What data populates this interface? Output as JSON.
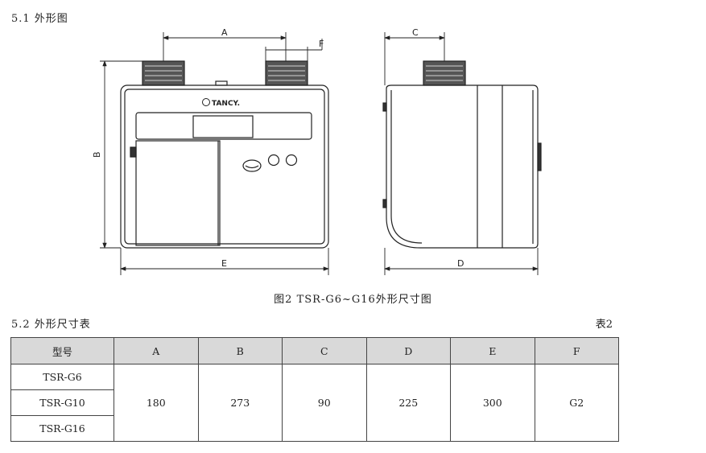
{
  "section1_heading": "5.1 外形图",
  "figure": {
    "brand": "TANCY.",
    "dim_labels": {
      "A": "A",
      "B": "B",
      "C": "C",
      "D": "D",
      "E": "E",
      "F": "F"
    },
    "caption": "图2  TSR-G6~G16外形尺寸图"
  },
  "section2_heading": "5.2 外形尺寸表",
  "table_number": "表2",
  "table": {
    "headers": [
      "型号",
      "A",
      "B",
      "C",
      "D",
      "E",
      "F"
    ],
    "models": [
      "TSR-G6",
      "TSR-G10",
      "TSR-G16"
    ],
    "values": [
      "180",
      "273",
      "90",
      "225",
      "300",
      "G2"
    ]
  }
}
